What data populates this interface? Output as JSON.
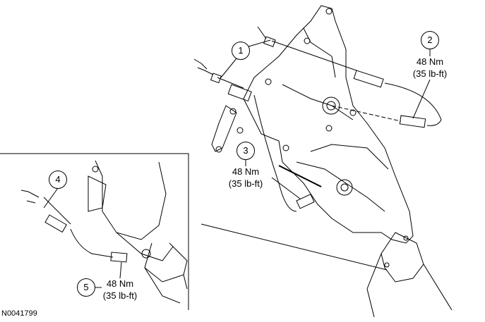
{
  "figure_id": "N0041799",
  "callouts": [
    {
      "number": "1"
    },
    {
      "number": "2",
      "torque_nm": "48 Nm",
      "torque_lbft": "(35 lb-ft)"
    },
    {
      "number": "3",
      "torque_nm": "48 Nm",
      "torque_lbft": "(35 lb-ft)"
    },
    {
      "number": "4"
    },
    {
      "number": "5",
      "torque_nm": "48 Nm",
      "torque_lbft": "(35 lb-ft)"
    }
  ]
}
